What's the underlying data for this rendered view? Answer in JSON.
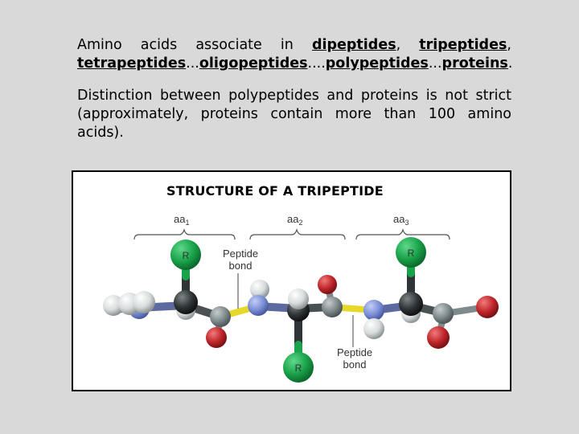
{
  "paragraph1": {
    "intro_words": [
      "Amino",
      "acids",
      "associate",
      "in"
    ],
    "terms": [
      "dipeptides",
      "tripeptides",
      "tetrapeptides",
      "oligopeptides",
      "polypeptides",
      "proteins"
    ],
    "sep_comma": ",",
    "sep_ellipsis3": "...",
    "sep_ellipsis4": "....",
    "end": "."
  },
  "paragraph2": {
    "text": "Distinction between polypeptides and proteins is not strict (approximately, proteins contain more than 100 amino acids)."
  },
  "figure": {
    "title": "STRUCTURE OF A TRIPEPTIDE",
    "residue_labels": [
      "aa",
      "aa",
      "aa"
    ],
    "residue_subscripts": [
      "1",
      "2",
      "3"
    ],
    "side_chain_label": "R",
    "peptide_bond_label_line1": "Peptide",
    "peptide_bond_label_line2": "bond",
    "colors": {
      "r_group": "#1aa34a",
      "carbon": "#2f3436",
      "carbonyl_carbon": "#7f8a8c",
      "nitrogen": "#7b8fd6",
      "hydrogen": "#d8dcdc",
      "oxygen": "#c0262a",
      "peptide_bond": "#e8d82a"
    }
  }
}
